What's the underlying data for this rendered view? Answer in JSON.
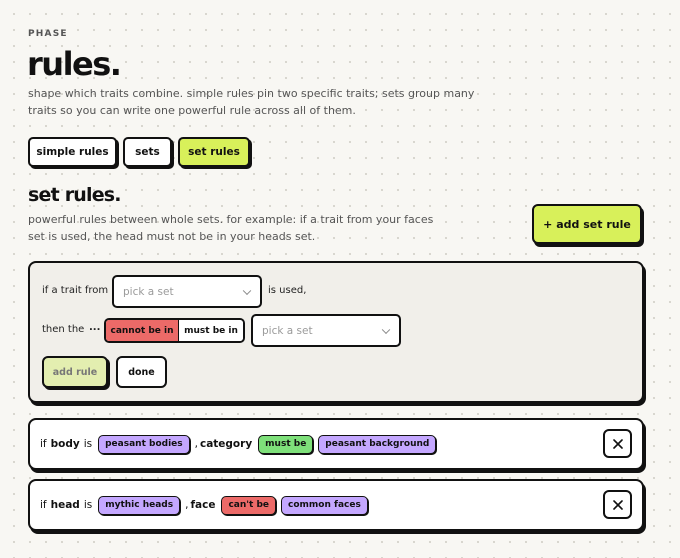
{
  "header": {
    "eyebrow": "PHASE",
    "title": "rules.",
    "description": "shape which traits combine. simple rules pin two specific traits; sets group many traits so you can write one powerful rule across all of them."
  },
  "tabs": [
    {
      "label": "simple rules",
      "active": false
    },
    {
      "label": "sets",
      "active": false
    },
    {
      "label": "set rules",
      "active": true
    }
  ],
  "section": {
    "title": "set rules.",
    "description": "powerful rules between whole sets. for example: if a trait from your faces set is used, the head must not be in your heads set.",
    "add_button": "+ add set rule"
  },
  "editor": {
    "row1_prefix": "if a trait from",
    "row1_select_placeholder": "pick a set",
    "row1_suffix": "is used,",
    "row2_prefix": "then the",
    "row2_ellipsis": "...",
    "toggle_options": [
      "cannot be in",
      "must be in"
    ],
    "toggle_selected": "cannot be in",
    "row2_select_placeholder": "pick a set",
    "add_rule_label": "add rule",
    "done_label": "done"
  },
  "rules": [
    {
      "if_text": "if",
      "subject": "body",
      "is_text": "is",
      "subject_set": "peasant bodies",
      "comma": ",",
      "target": "category",
      "relation": "must be",
      "relation_color": "green",
      "target_set": "peasant background"
    },
    {
      "if_text": "if",
      "subject": "head",
      "is_text": "is",
      "subject_set": "mythic heads",
      "comma": ",",
      "target": "face",
      "relation": "can't be",
      "relation_color": "red",
      "target_set": "common faces"
    }
  ],
  "icons": {
    "chevron": "chevron-down-icon",
    "close": "close-icon"
  },
  "colors": {
    "accent": "#d8f05a",
    "danger": "#ec6a68",
    "success": "#7ee07a",
    "set_pill": "#c4a7ff"
  }
}
